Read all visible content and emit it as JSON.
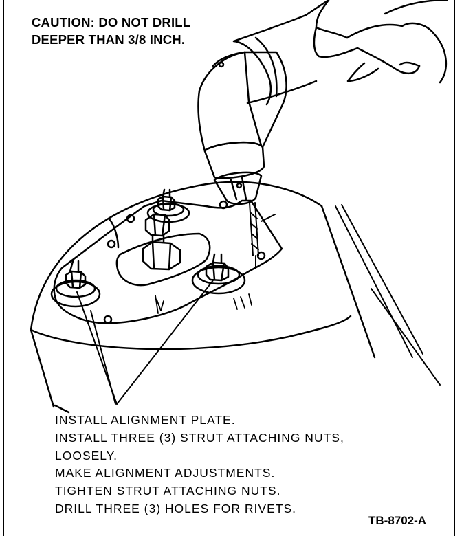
{
  "caution": {
    "line1": "CAUTION: DO NOT DRILL",
    "line2": "DEEPER THAN 3/8 INCH."
  },
  "instructions": [
    "INSTALL ALIGNMENT PLATE.",
    "INSTALL THREE (3) STRUT ATTACHING NUTS,",
    "LOOSELY.",
    "MAKE ALIGNMENT ADJUSTMENTS.",
    "TIGHTEN STRUT ATTACHING NUTS.",
    "DRILL THREE (3) HOLES FOR RIVETS."
  ],
  "figure_ref": "TB-8702-A",
  "colors": {
    "ink": "#000000",
    "paper": "#ffffff"
  }
}
